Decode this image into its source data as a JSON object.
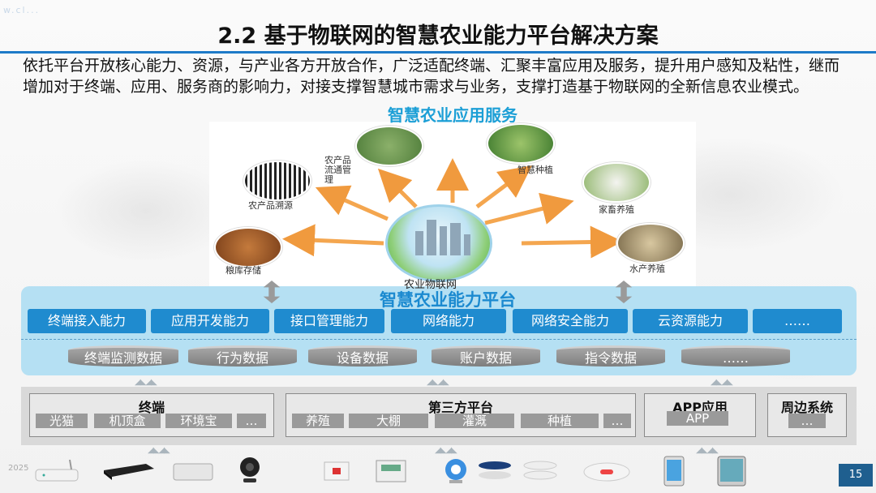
{
  "watermark": "w.cl...",
  "title": "2.2 基于物联网的智慧农业能力平台解决方案",
  "intro": "依托平台开放核心能力、资源，与产业各方开放合作，广泛适配终端、汇聚丰富应用及服务，提升用户感知及粘性，继而增加对于终端、应用、服务商的影响力，对接支撑智慧城市需求与业务，支撑打造基于物联网的全新信息农业模式。",
  "illustration": {
    "title": "智慧农业应用服务",
    "hub_label": "农业物联网",
    "nodes": [
      {
        "label": "农产品流通管理"
      },
      {
        "label": "智慧种植"
      },
      {
        "label": "农产品溯源"
      },
      {
        "label": "家畜养殖"
      },
      {
        "label": "粮库存储"
      },
      {
        "label": "水产养殖"
      }
    ]
  },
  "platform": {
    "title": "智慧农业能力平台",
    "capabilities": [
      "终端接入能力",
      "应用开发能力",
      "接口管理能力",
      "网络能力",
      "网络安全能力",
      "云资源能力",
      "……"
    ],
    "data_stores": [
      "终端监测数据",
      "行为数据",
      "设备数据",
      "账户数据",
      "指令数据",
      "……"
    ]
  },
  "groups": {
    "terminal": {
      "title": "终端",
      "items": [
        "光猫",
        "机顶盒",
        "环境宝",
        "…"
      ]
    },
    "third_party": {
      "title": "第三方平台",
      "items": [
        "养殖",
        "大棚",
        "灌溉",
        "种植",
        "…"
      ]
    },
    "app": {
      "title": "APP应用",
      "items": [
        "APP"
      ]
    },
    "peripheral": {
      "title": "周边系统",
      "items": [
        "…"
      ]
    }
  },
  "footer": {
    "year": "2025",
    "page_number": "15"
  },
  "colors": {
    "accent_blue": "#1f8bcf",
    "title_blue": "#1c9fd6",
    "panel_bg": "#b5e0f3",
    "gray_chip": "#9a9a9a"
  }
}
